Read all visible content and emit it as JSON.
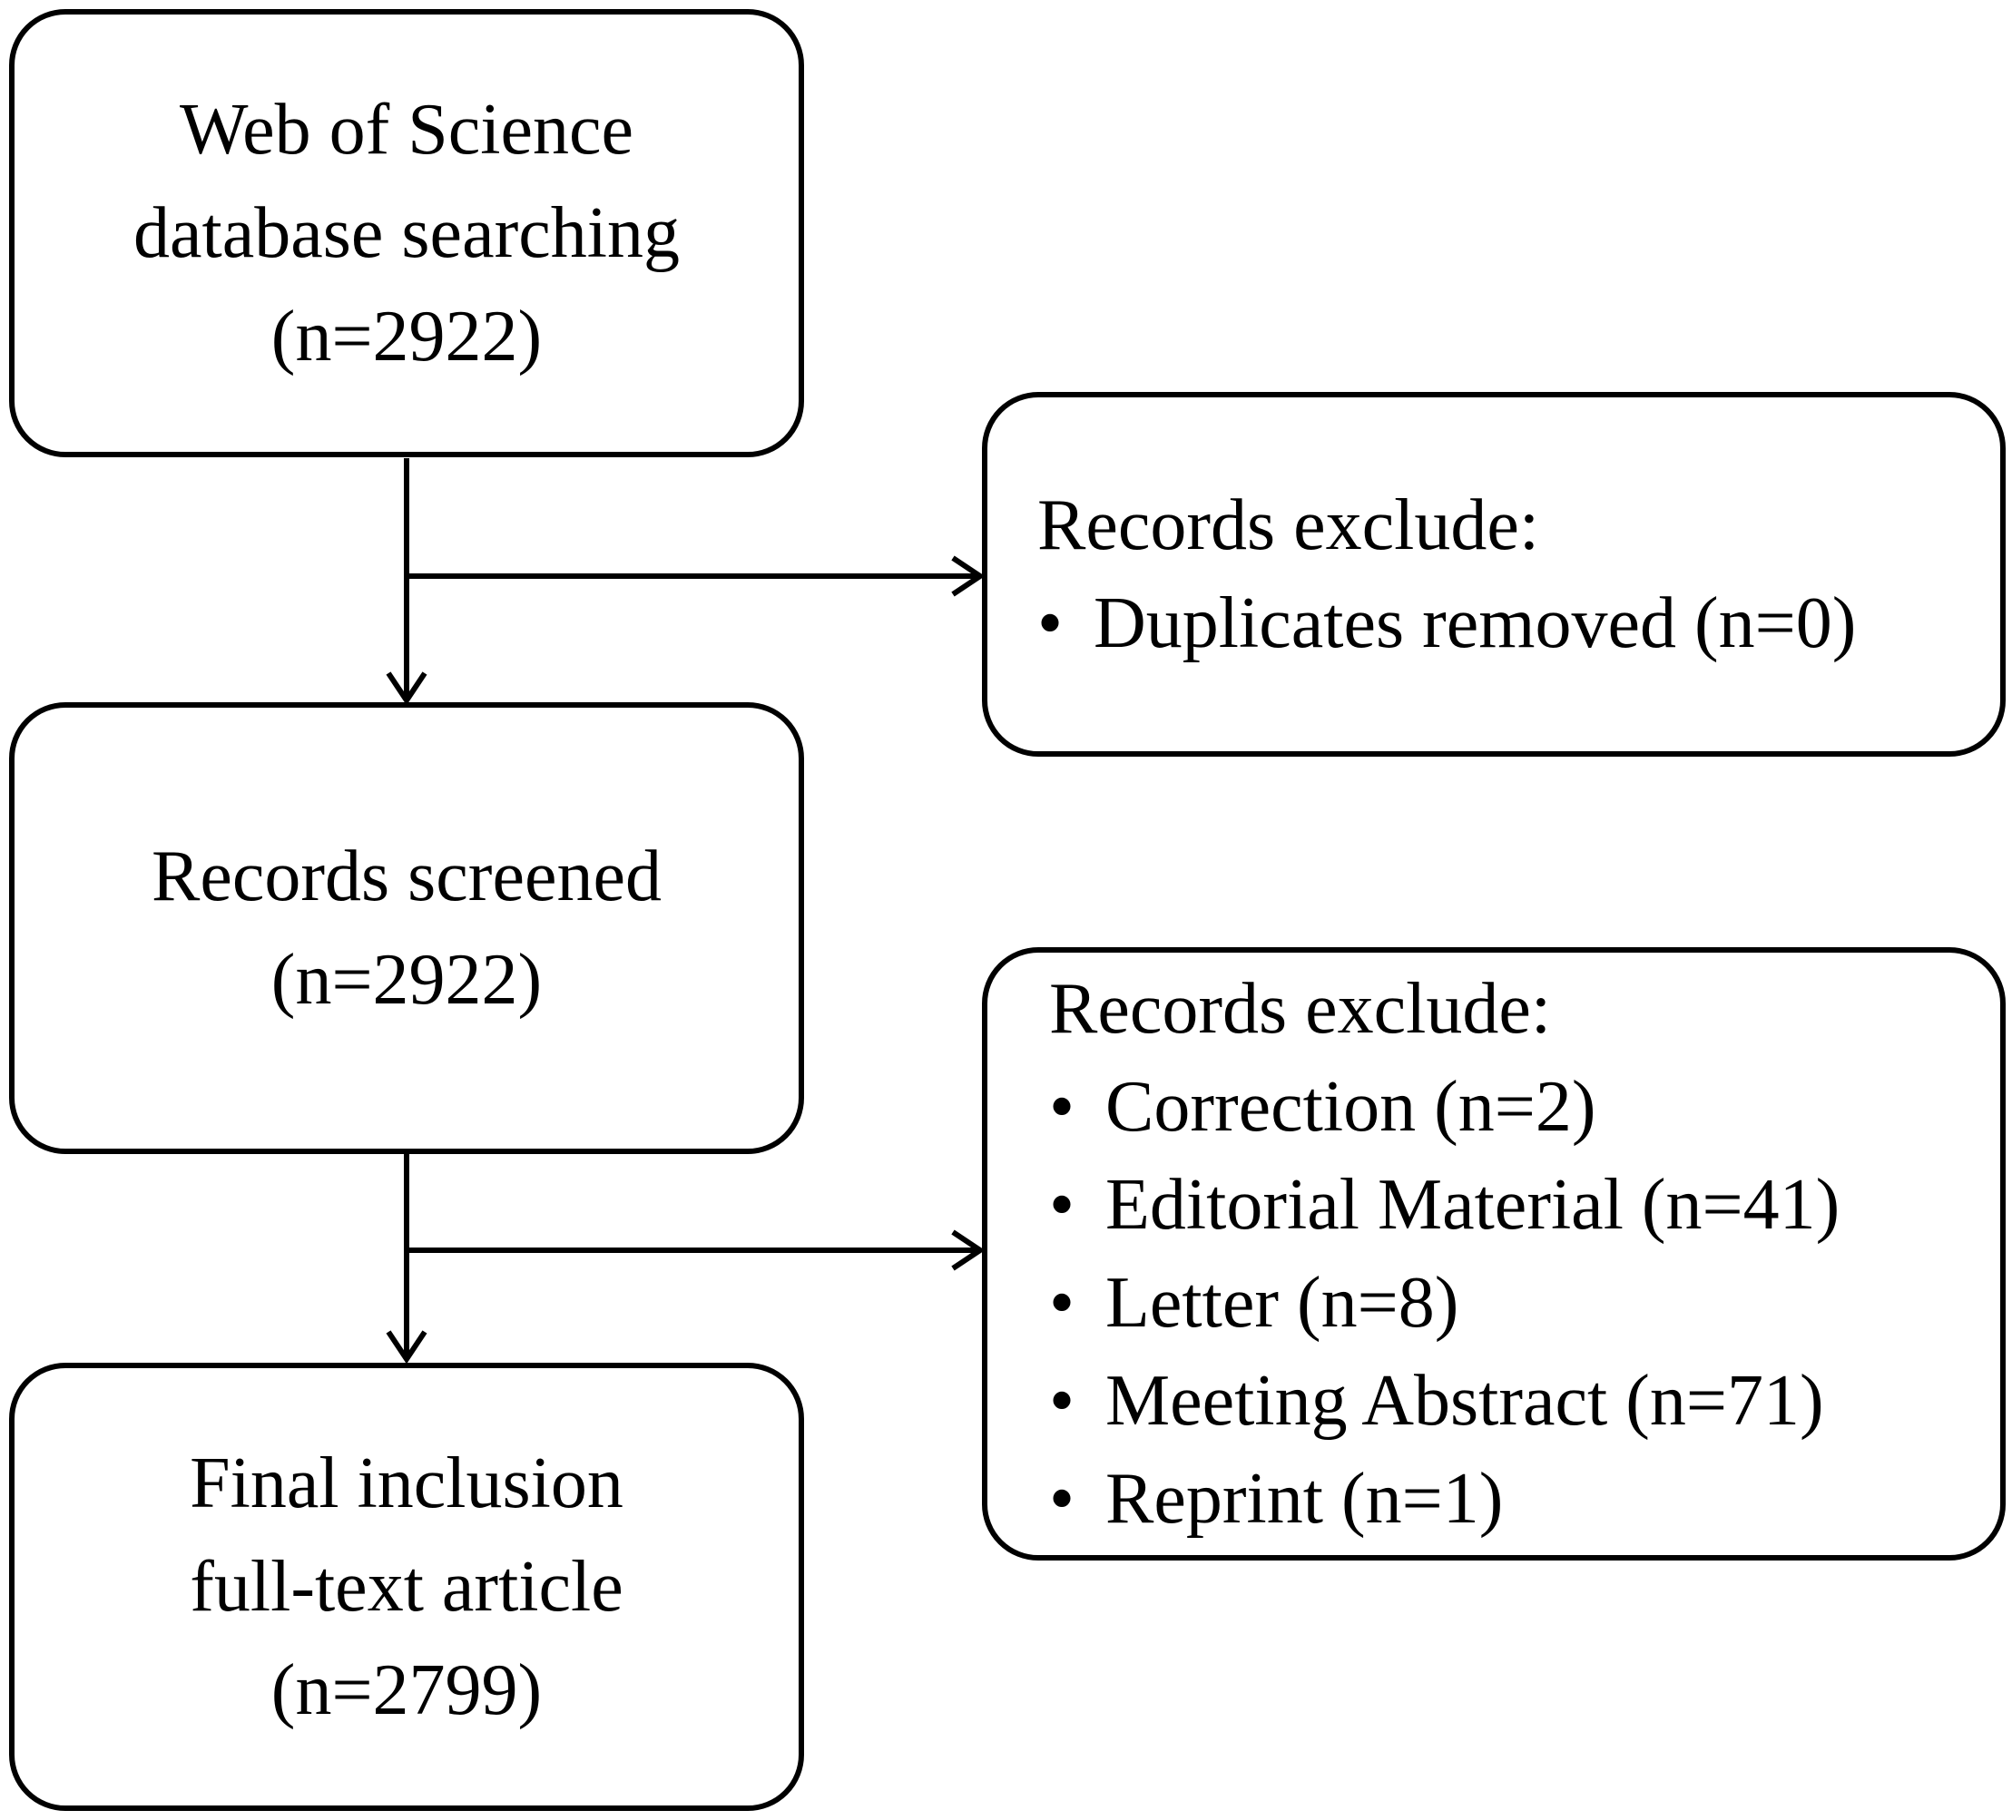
{
  "boxes": {
    "search": {
      "lines": [
        "Web of Science",
        "database searching",
        "(n=2922)"
      ]
    },
    "exclude_1": {
      "heading": "Records exclude:",
      "items": [
        "Duplicates removed (n=0)"
      ]
    },
    "screened": {
      "lines": [
        "Records screened",
        "(n=2922)"
      ]
    },
    "exclude_2": {
      "heading": "Records exclude:",
      "items": [
        "Correction (n=2)",
        "Editorial Material (n=41)",
        "Letter (n=8)",
        "Meeting Abstract (n=71)",
        "Reprint (n=1)"
      ]
    },
    "final": {
      "lines": [
        "Final inclusion",
        "full-text article",
        "(n=2799)"
      ]
    }
  },
  "bullet_symbol": "•",
  "colors": {
    "stroke": "#000000",
    "background": "#ffffff",
    "text": "#000000"
  }
}
